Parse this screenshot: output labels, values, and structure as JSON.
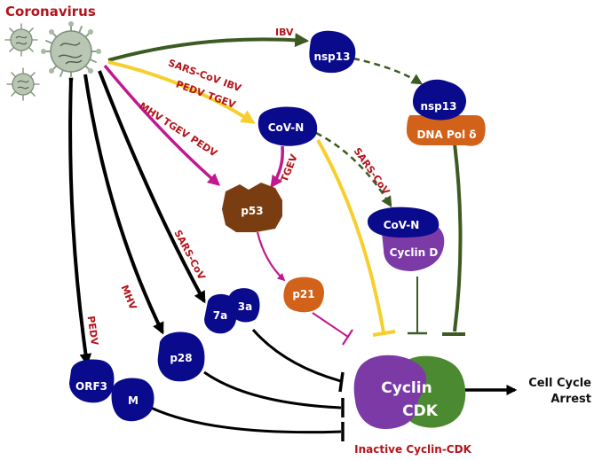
{
  "title": "Coronavirus",
  "colors": {
    "virus_red": "#b3141b",
    "navy": "#0a0a8c",
    "olive_green": "#3d5a22",
    "yellow": "#f6cf2e",
    "magenta": "#c0198f",
    "black": "#000000",
    "brown": "#7a3d12",
    "orange": "#d2621a",
    "purple": "#7b3aa6",
    "cdk_green": "#4c8a32"
  },
  "nodes": {
    "nsp13": "nsp13",
    "nsp13_complex_top": "nsp13",
    "nsp13_complex_bottom": "DNA Pol δ",
    "cov_n": "CoV-N",
    "cov_n_complex_top": "CoV-N",
    "cov_n_complex_bottom": "Cyclin D",
    "p53": "p53",
    "p21": "p21",
    "prot_7a": "7a",
    "prot_3a": "3a",
    "p28": "p28",
    "orf3": "ORF3",
    "m": "M",
    "cyclin": "Cyclin",
    "cdk": "CDK"
  },
  "edge_labels": {
    "ibv": "IBV",
    "sars_ibv_1": "SARS-CoV",
    "sars_ibv_2": "IBV",
    "pedv_tgev_1": "PEDV",
    "pedv_tgev_2": "TGEV",
    "mhv_tgev_pedv_1": "MHV",
    "mhv_tgev_pedv_2": "TGEV",
    "mhv_tgev_pedv_3": "PEDV",
    "tgev": "TGEV",
    "sars_cov_dashed": "SARS-CoV",
    "sars_cov_7a3a": "SARS-CoV",
    "mhv_p28": "MHV",
    "pedv_orf3": "PEDV"
  },
  "outputs": {
    "result_line1": "Cell Cycle",
    "result_line2": "Arrest",
    "inactive_label": "Inactive Cyclin-CDK"
  }
}
